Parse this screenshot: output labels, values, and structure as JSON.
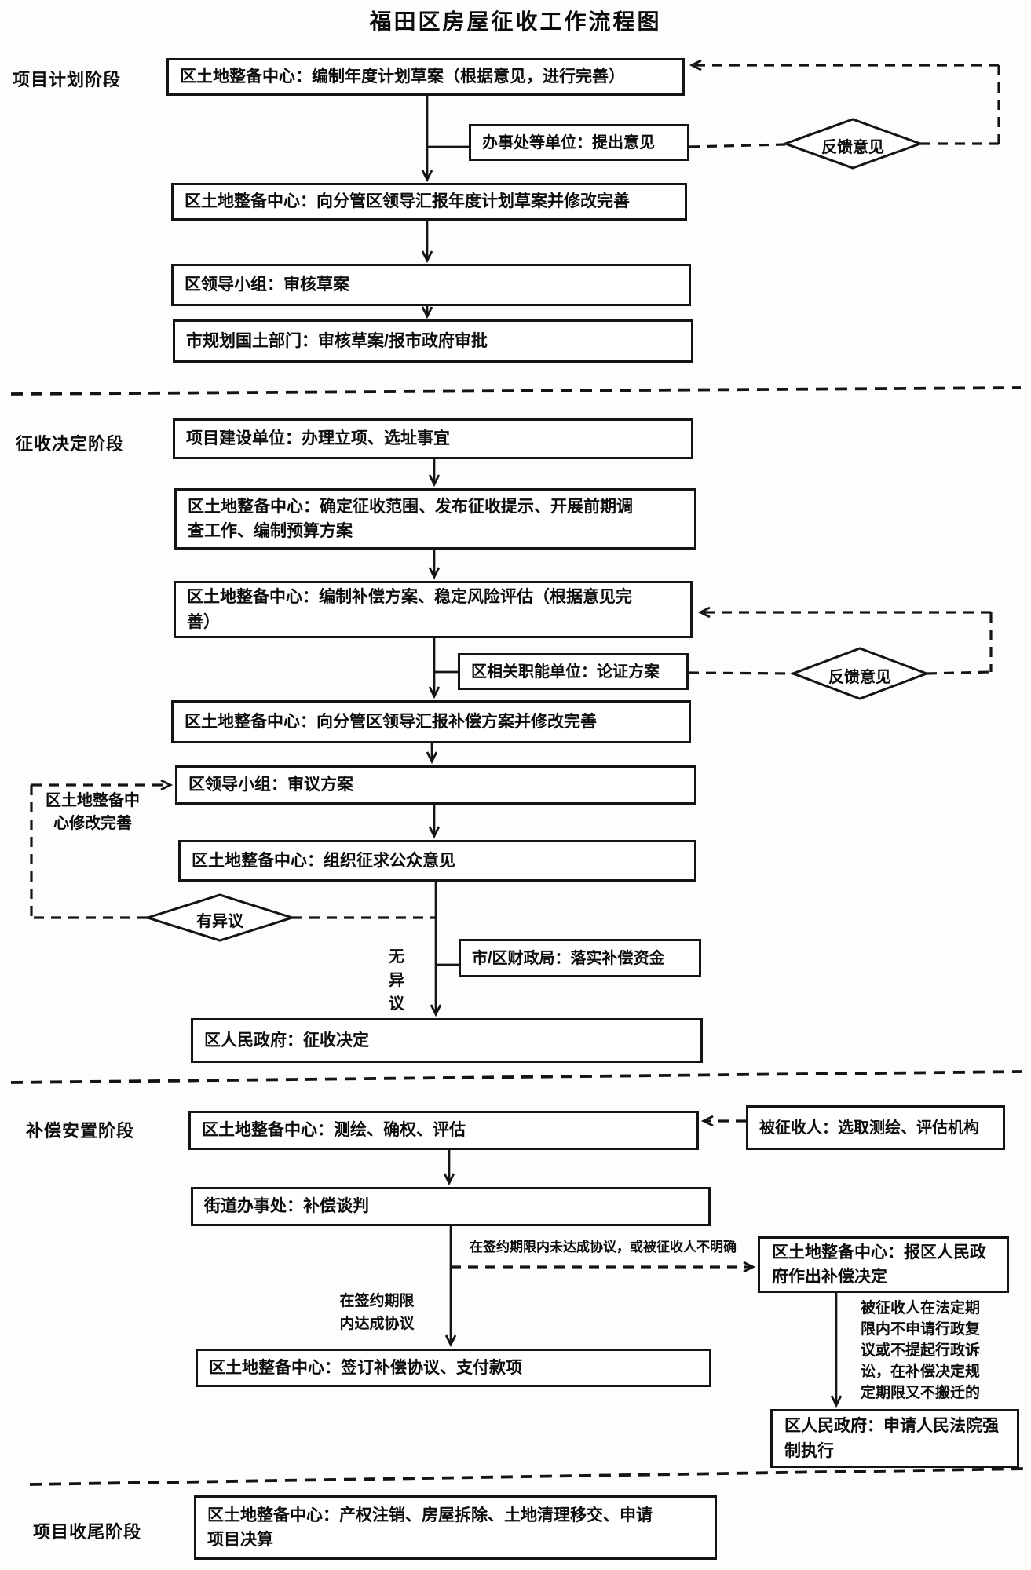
{
  "title": "福田区房屋征收工作流程图",
  "phases": {
    "p1": "项目计划阶段",
    "p2": "征收决定阶段",
    "p3": "补偿安置阶段",
    "p4": "项目收尾阶段"
  },
  "nodes": {
    "b1": "区土地整备中心：编制年度计划草案（根据意见，进行完善）",
    "b2": "办事处等单位：提出意见",
    "b3": "区土地整备中心：向分管区领导汇报年度计划草案并修改完善",
    "b4": "区领导小组：审核草案",
    "b5": "市规划国土部门：审核草案/报市政府审批",
    "b6": "项目建设单位：办理立项、选址事宜",
    "b7": "区土地整备中心：确定征收范围、发布征收提示、开展前期调查工作、编制预算方案",
    "b8": "区土地整备中心：编制补偿方案、稳定风险评估（根据意见完善）",
    "b9": "区相关职能单位：论证方案",
    "b10": "区土地整备中心：向分管区领导汇报补偿方案并修改完善",
    "b11": "区领导小组：审议方案",
    "b12": "区土地整备中心：组织征求公众意见",
    "b13": "区人民政府：征收决定",
    "b14": "市/区财政局：落实补偿资金",
    "b15": "区土地整备中心：测绘、确权、评估",
    "b16": "被征收人：选取测绘、评估机构",
    "b17": "街道办事处：补偿谈判",
    "b18": "区土地整备中心：报区人民政府作出补偿决定",
    "b19": "区土地整备中心：签订补偿协议、支付款项",
    "b20": "区人民政府：申请人民法院强制执行",
    "b21": "区土地整备中心：产权注销、房屋拆除、土地清理移交、申请项目决算",
    "d1": "反馈意见",
    "d2": "反馈意见",
    "d3": "有异议"
  },
  "edge_labels": {
    "no_objection": "无异议",
    "center_revise": "区土地整备中心修改完善",
    "not_agreed": "在签约期限内未达成协议，或被征收人不明确",
    "agreed": "在签约期限内达成协议",
    "no_appeal": "被征收人在法定期限内不申请行政复议或不提起行政诉讼，在补偿决定规定期限又不搬迁的"
  },
  "colors": {
    "ink": "#141414",
    "paper": "#fdfdfb"
  }
}
